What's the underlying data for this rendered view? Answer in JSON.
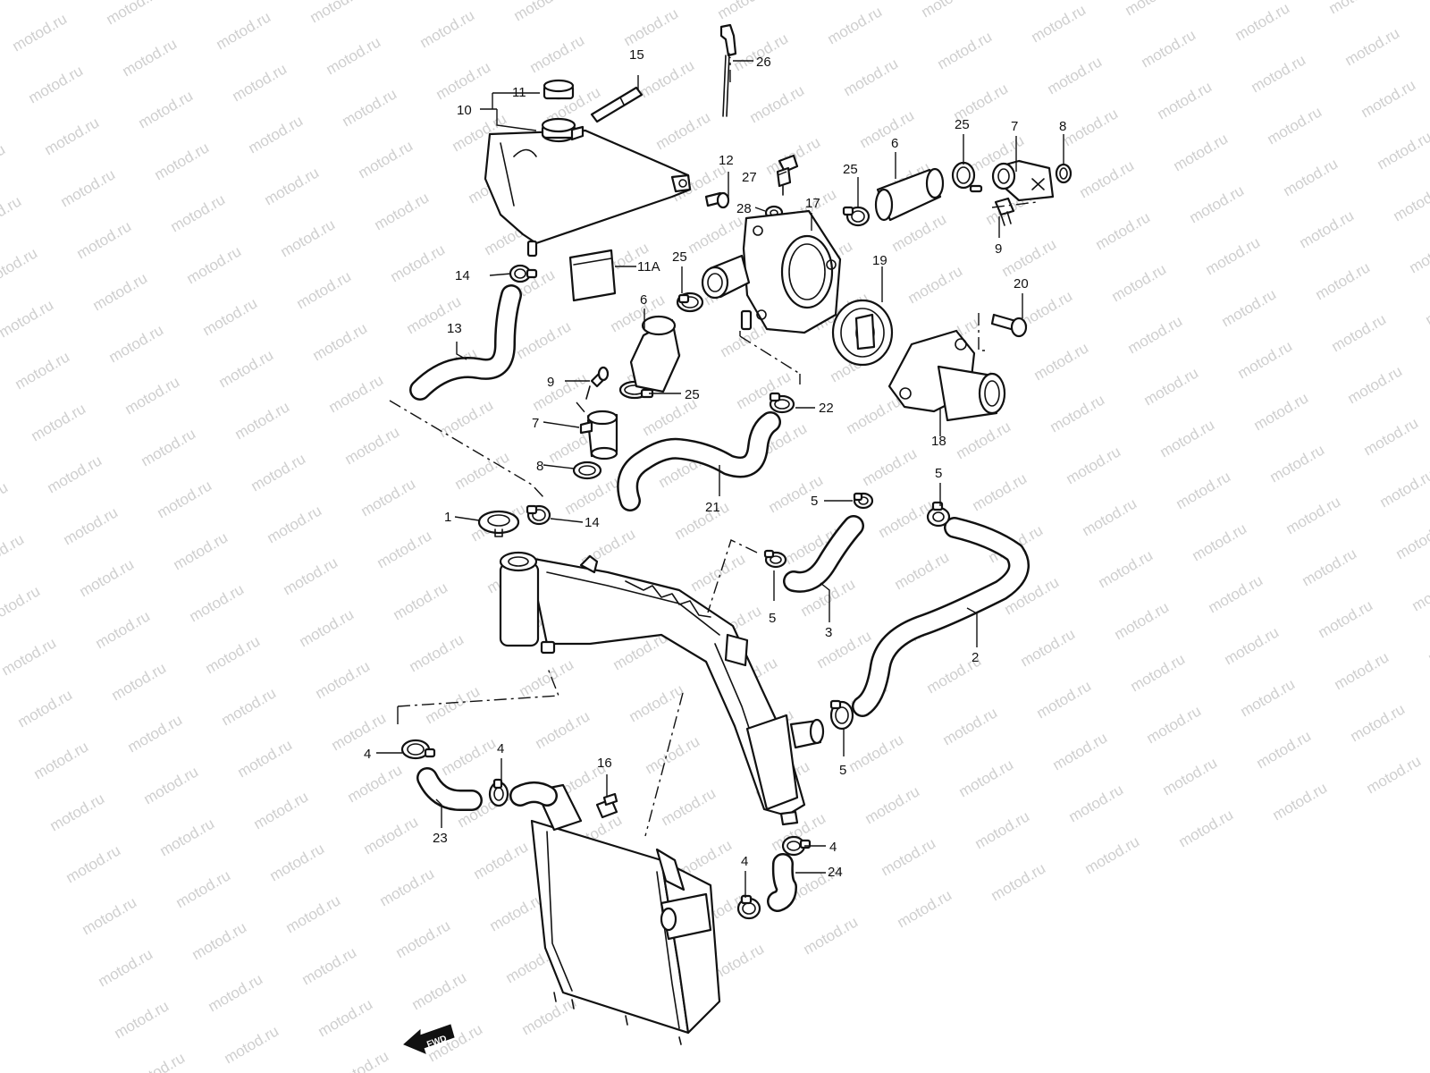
{
  "watermark": {
    "text": "motod.ru",
    "color": "#cfcfcf"
  },
  "fwd_label": "FWD",
  "callouts": {
    "c1": "1",
    "c2": "2",
    "c3": "3",
    "c4a": "4",
    "c4b": "4",
    "c4c": "4",
    "c4d": "4",
    "c5a": "5",
    "c5b": "5",
    "c5c": "5",
    "c5d": "5",
    "c6a": "6",
    "c6b": "6",
    "c7a": "7",
    "c7b": "7",
    "c8a": "8",
    "c8b": "8",
    "c9a": "9",
    "c9b": "9",
    "c10": "10",
    "c11": "11",
    "c11a": "11A",
    "c12": "12",
    "c13": "13",
    "c14a": "14",
    "c14b": "14",
    "c15": "15",
    "c16": "16",
    "c17": "17",
    "c18": "18",
    "c19": "19",
    "c20": "20",
    "c21": "21",
    "c22": "22",
    "c23": "23",
    "c24": "24",
    "c25a": "25",
    "c25b": "25",
    "c25c": "25",
    "c25d": "25",
    "c26": "26",
    "c27": "27",
    "c28": "28"
  }
}
